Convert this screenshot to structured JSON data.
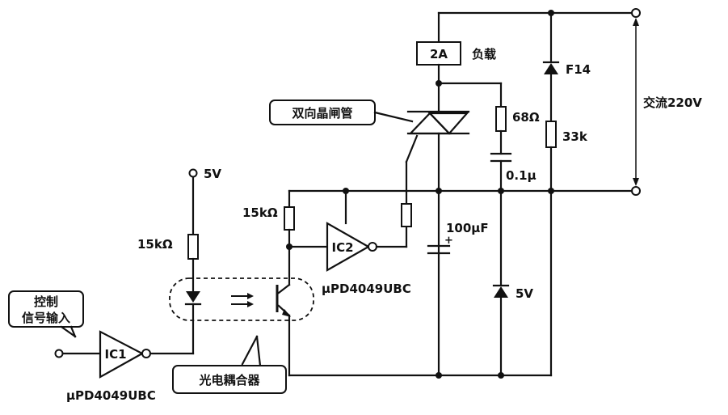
{
  "labels": {
    "load_rating": "2A",
    "load": "负载",
    "triac": "双向晶闸管",
    "diode": "F14",
    "resistor_33k": "33k",
    "ac_supply": "交流220V",
    "resistor_68": "68Ω",
    "cap_01u": "0.1μ",
    "cap_100u": "100μF",
    "zener": "5V",
    "ic2": "IC2",
    "ic2_part": "μPD4049UBC",
    "r_15k_top": "15kΩ",
    "vcc": "5V",
    "r_15k_left": "15kΩ",
    "ic1": "IC1",
    "ic1_part": "μPD4049UBC",
    "input_line1": "控制",
    "input_line2": "信号输入",
    "optocoupler": "光电耦合器"
  }
}
